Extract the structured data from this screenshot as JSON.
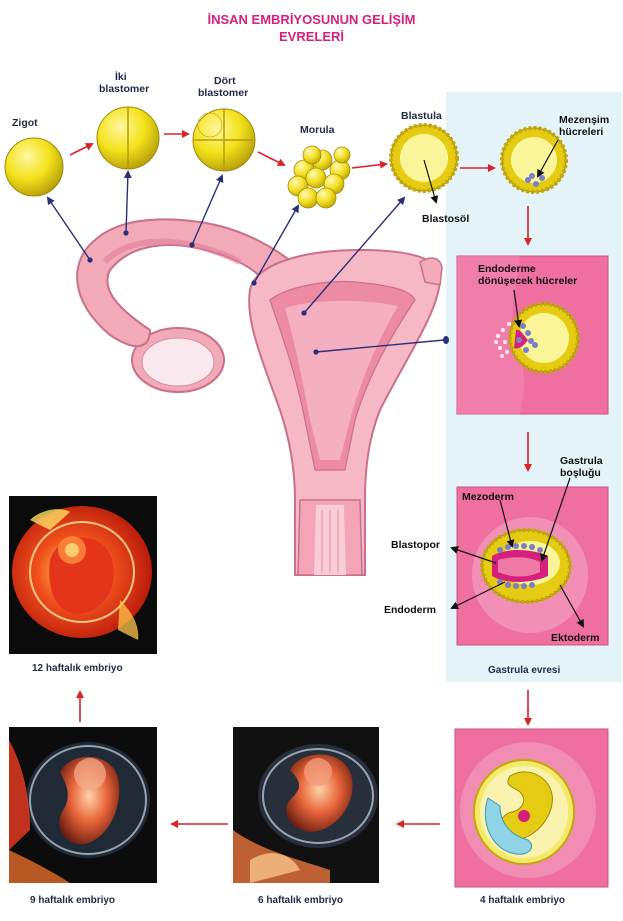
{
  "title": {
    "line1": "İNSAN EMBRİYOSUNUN GELİŞİM",
    "line2": "EVRELERİ"
  },
  "colors": {
    "title": "#d6207e",
    "arrow_red": "#d8232a",
    "pointer_blue": "#2b2f7a",
    "cell_yellow": "#f3e21b",
    "uterus_pink": "#f2a9b8",
    "panel_blue": "#e3f3f7",
    "panel_pink": "#ee6fa0"
  },
  "stages": {
    "zigot": "Zigot",
    "iki_l1": "İki",
    "iki_l2": "blastomer",
    "dort_l1": "Dört",
    "dort_l2": "blastomer",
    "morula": "Morula",
    "blastula": "Blastula",
    "blastosol": "Blastosöl",
    "mezensim_l1": "Mezenşim",
    "mezensim_l2": "hücreleri"
  },
  "gastrula": {
    "endo_l1": "Endoderme",
    "endo_l2": "dönüşecek hücreler",
    "gastrula_l1": "Gastrula",
    "gastrula_l2": "boşluğu",
    "mezoderm": "Mezoderm",
    "blastopor": "Blastopor",
    "endoderm": "Endoderm",
    "ektoderm": "Ektoderm",
    "evre": "Gastrula evresi"
  },
  "embryos": {
    "w12": "12 haftalık embriyo",
    "w9": "9 haftalık embriyo",
    "w6": "6 haftalık embriyo",
    "w4": "4 haftalık embriyo"
  }
}
